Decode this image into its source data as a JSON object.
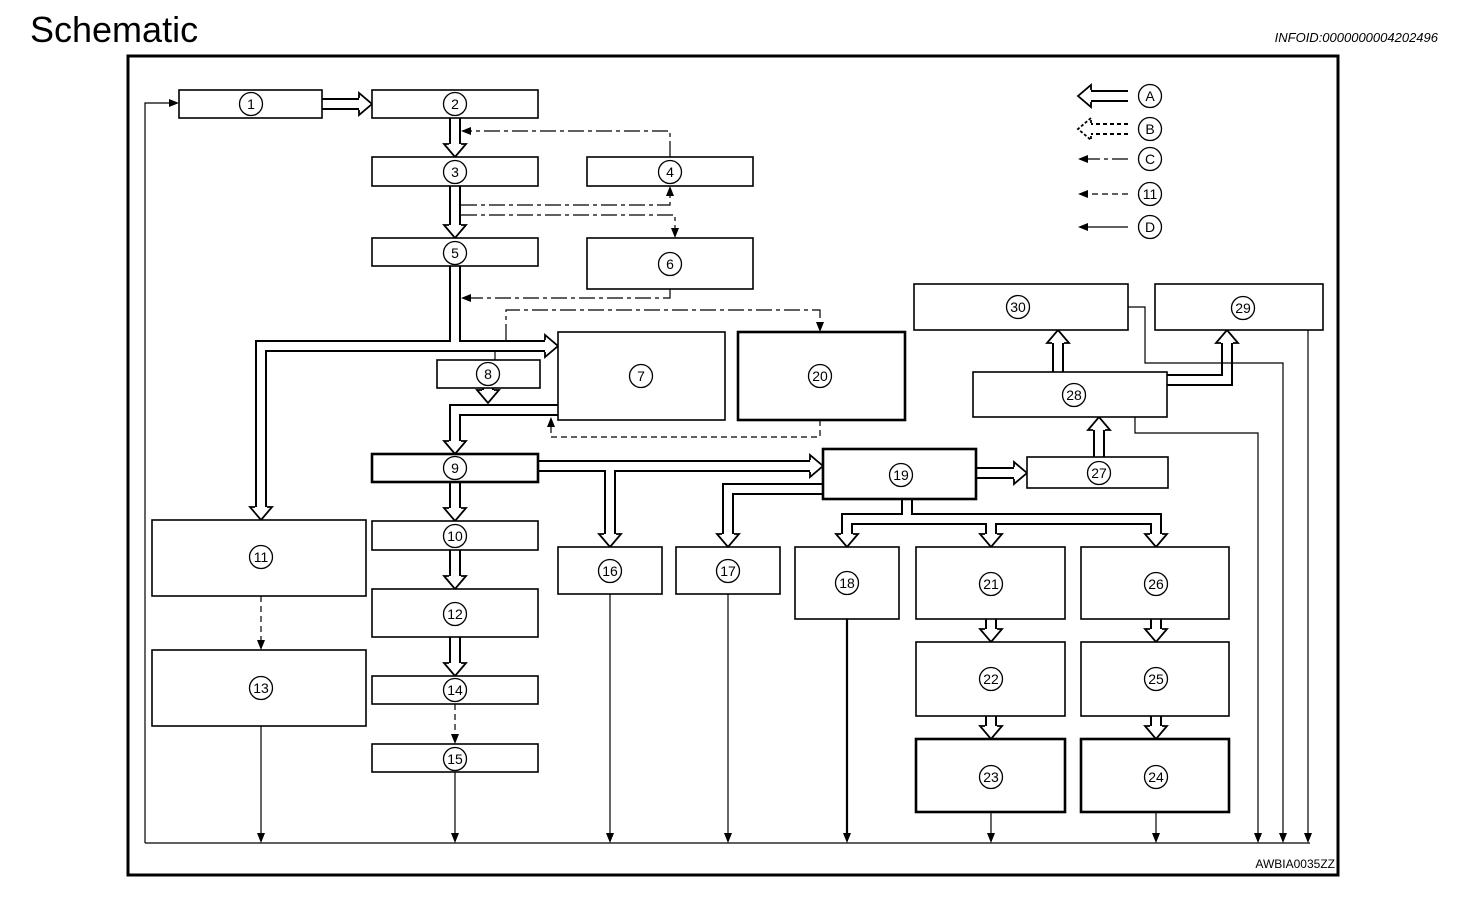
{
  "header": {
    "title": "Schematic",
    "info_id": "INFOID:0000000004202496"
  },
  "figure_code": "AWBIA0035ZZ",
  "blocks": {
    "b1": "1",
    "b2": "2",
    "b3": "3",
    "b4": "4",
    "b5": "5",
    "b6": "6",
    "b7": "7",
    "b8": "8",
    "b9": "9",
    "b10": "10",
    "b11": "11",
    "b12": "12",
    "b13": "13",
    "b14": "14",
    "b15": "15",
    "b16": "16",
    "b17": "17",
    "b18": "18",
    "b19": "19",
    "b20": "20",
    "b21": "21",
    "b22": "22",
    "b23": "23",
    "b24": "24",
    "b25": "25",
    "b26": "26",
    "b27": "27",
    "b28": "28",
    "b29": "29",
    "b30": "30"
  },
  "legend": [
    {
      "label": "A",
      "icon": "hollow-arrow-icon"
    },
    {
      "label": "B",
      "icon": "dashed-hollow-arrow-icon"
    },
    {
      "label": "C",
      "icon": "dash-dot-arrow-icon"
    },
    {
      "label": "11",
      "icon": "dashed-arrow-icon"
    },
    {
      "label": "D",
      "icon": "solid-arrow-icon"
    }
  ]
}
